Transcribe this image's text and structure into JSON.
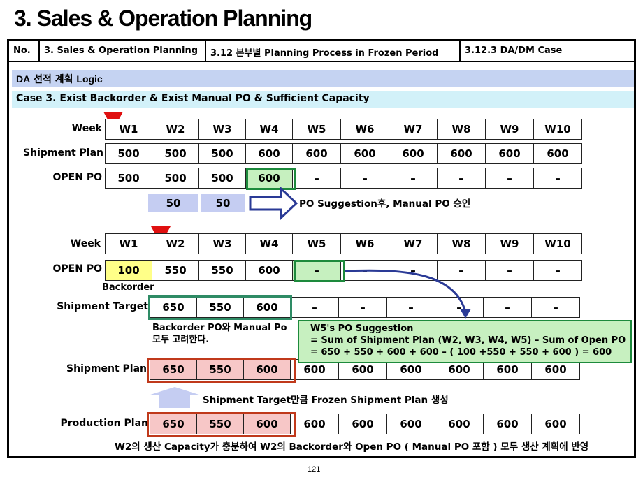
{
  "title": "3. Sales & Operation Planning",
  "nav": {
    "no": "No.",
    "section": "3. Sales & Operation Planning",
    "subsection": "3.12 본부별 Planning Process in Frozen Period",
    "case": "3.12.3 DA/DM Case"
  },
  "band1": {
    "prefix": "DA",
    "text": " 선적 계획 ",
    "suffix": "Logic"
  },
  "band2": "Case 3. Exist Backorder & Exist Manual PO & Sufficient Capacity",
  "table1": {
    "week_label": "Week",
    "weeks": [
      "W1",
      "W2",
      "W3",
      "W4",
      "W5",
      "W6",
      "W7",
      "W8",
      "W9",
      "W10"
    ],
    "shipment_label": "Shipment Plan",
    "shipment": [
      "500",
      "500",
      "500",
      "600",
      "600",
      "600",
      "600",
      "600",
      "600",
      "600"
    ],
    "openpo_label": "OPEN PO",
    "openpo": [
      "500",
      "500",
      "500",
      "600",
      "–",
      "–",
      "–",
      "–",
      "–",
      "–"
    ],
    "diff": [
      "50",
      "50"
    ],
    "arrow_note": "PO Suggestion후, Manual PO 승인"
  },
  "table2": {
    "week_label": "Week",
    "weeks": [
      "W1",
      "W2",
      "W3",
      "W4",
      "W5",
      "W6",
      "W7",
      "W8",
      "W9",
      "W10"
    ],
    "openpo_label": "OPEN PO",
    "openpo": [
      "100",
      "550",
      "550",
      "600",
      "–",
      "–",
      "–",
      "–",
      "–",
      "–"
    ],
    "backorder_label": "Backorder",
    "target_label": "Shipment Target",
    "target": [
      "650",
      "550",
      "600",
      "–",
      "–",
      "–",
      "–",
      "–",
      "–"
    ],
    "target_note_1": "Backorder PO와 Manual Po",
    "target_note_2": "모두 고려한다.",
    "shipment_label": "Shipment Plan",
    "shipment": [
      "650",
      "550",
      "600",
      "600",
      "600",
      "600",
      "600",
      "600",
      "600"
    ],
    "frozen_note": "Shipment Target만큼 Frozen Shipment Plan 생성",
    "production_label": "Production Plan",
    "production": [
      "650",
      "550",
      "600",
      "600",
      "600",
      "600",
      "600",
      "600",
      "600"
    ]
  },
  "suggestion": {
    "line1": "W5's PO Suggestion",
    "line2": "= Sum of Shipment Plan (W2, W3, W4, W5) – Sum of Open PO",
    "line3": "= 650 + 550 + 600 + 600 – ( 100 +550 + 550 + 600 ) = 600"
  },
  "footer_note": "W2의 생산 Capacity가 충분하여 W2의 Backorder와 Open PO ( Manual PO 포함 ) 모두 생산 계획에 반영",
  "page_number": "121",
  "colors": {
    "band1": "#c5d3f2",
    "band2": "#d2f1f9",
    "po_highlight": "#c6f0bf",
    "backorder": "#ffff88",
    "frozen": "#f7c7c7",
    "marker": "#e01010"
  }
}
